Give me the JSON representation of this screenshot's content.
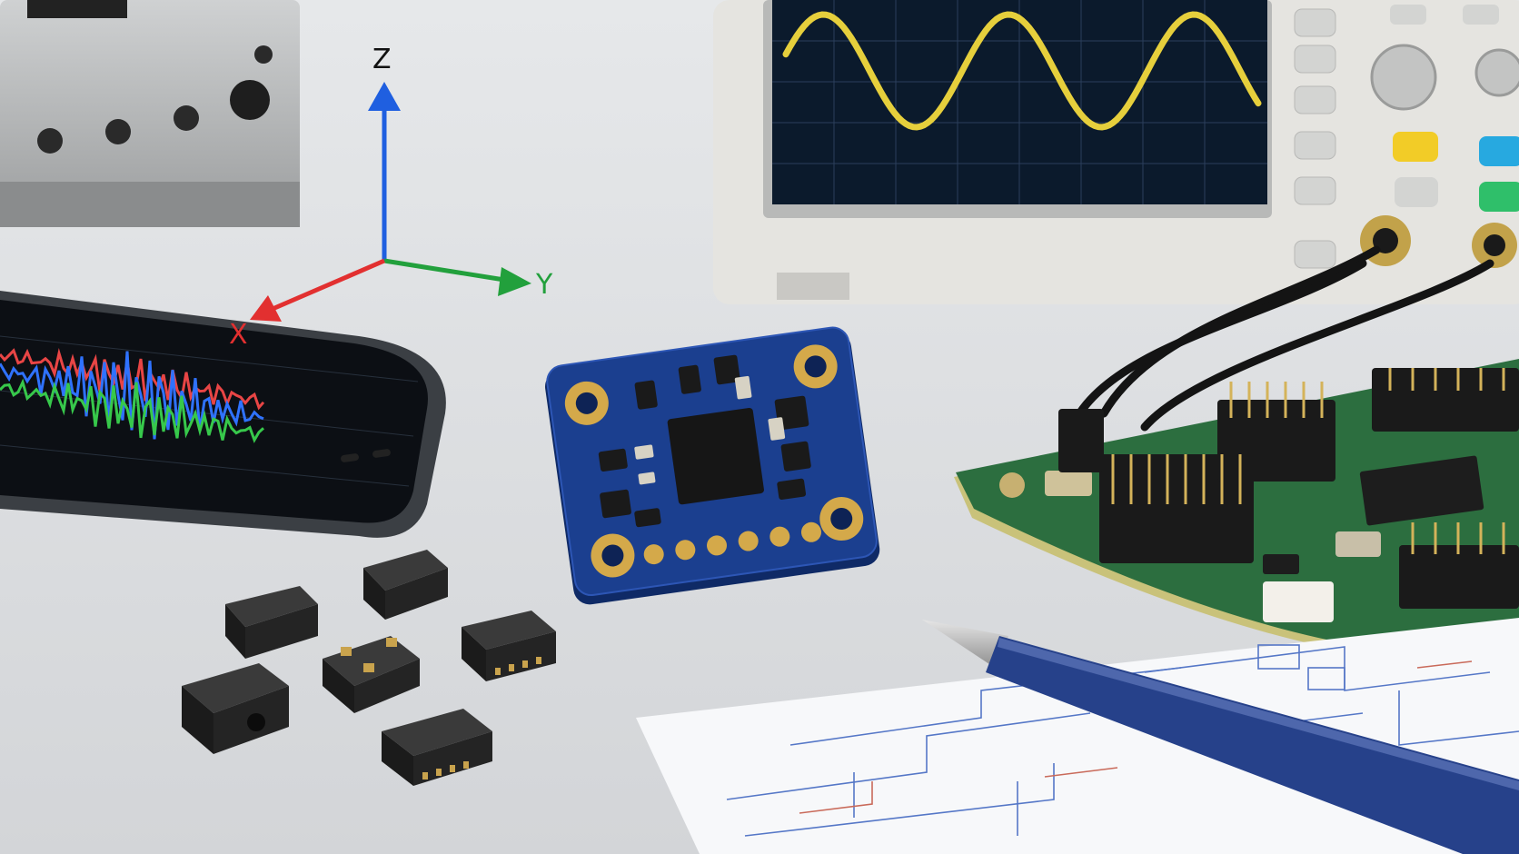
{
  "axes": {
    "z_label": "Z",
    "y_label": "Y",
    "x_label": "X",
    "colors": {
      "z": "#1f5fe0",
      "y": "#22a03c",
      "x": "#e23030"
    }
  },
  "oscilloscope": {
    "waveform_color": "#e6cf3c",
    "button_colors": {
      "yellow": "#f2cc27",
      "blue": "#27a9e0",
      "green": "#2fbf6a"
    }
  },
  "phone": {
    "trace_colors": [
      "#e84545",
      "#2f72ff",
      "#37c84b"
    ]
  },
  "sensor_board": {
    "pcb_color": "#1b3f8f",
    "pad_color": "#d4a94a"
  },
  "dev_board": {
    "pcb_color": "#2c6e3f"
  },
  "pen": {
    "body_color": "#26418a"
  }
}
